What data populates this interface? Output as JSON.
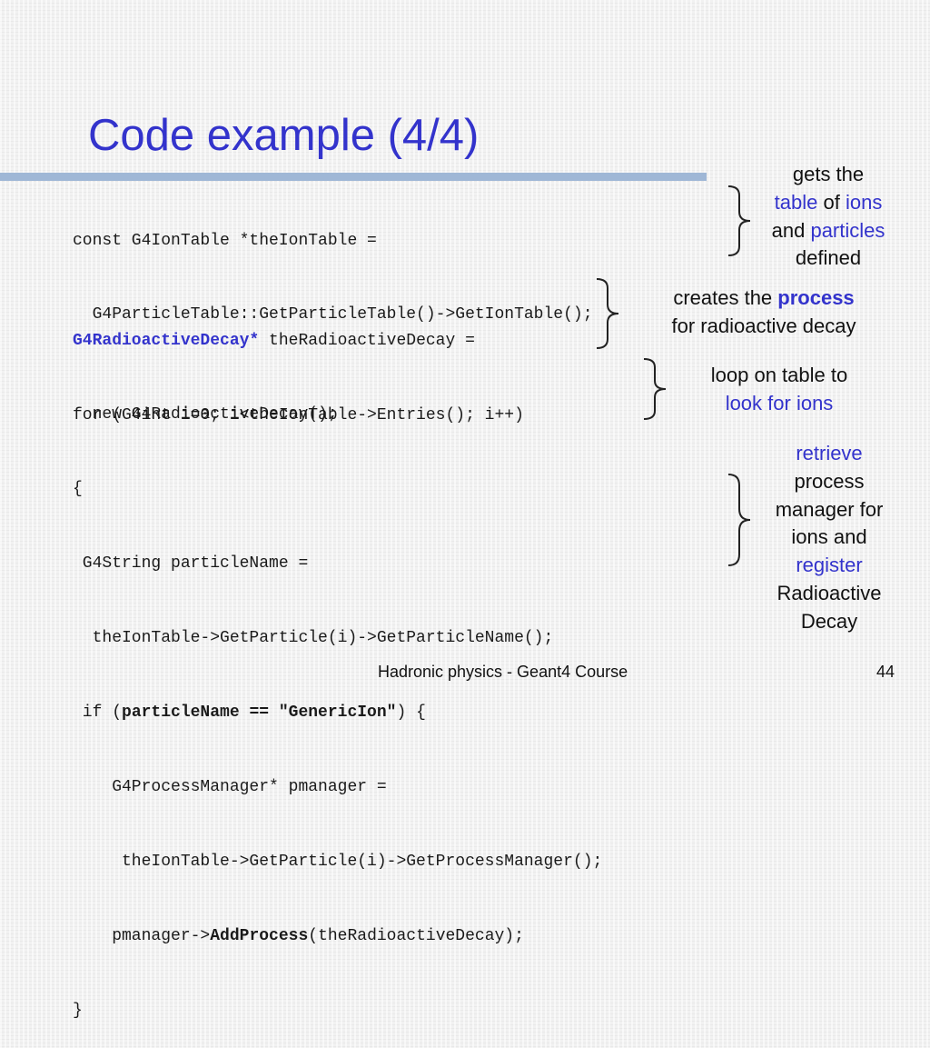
{
  "slide": {
    "title": "Code example (4/4)",
    "footer_text": "Hadronic physics - Geant4 Course",
    "page_number": "44"
  },
  "code": {
    "block1": [
      "const G4IonTable *theIonTable =",
      "  G4ParticleTable::GetParticleTable()->GetIonTable();"
    ],
    "block2": {
      "line1_type": "G4RadioactiveDecay*",
      "line1_rest": " theRadioactiveDecay =",
      "line2": "  new G4RadioactiveDecay();"
    },
    "block3": {
      "line1": "for (G4int i=0; i<theIonTable->Entries(); i++)",
      "line2": "{",
      "line3": " G4String particleName =",
      "line4": "  theIonTable->GetParticle(i)->GetParticleName();",
      "line5_pre": " if (",
      "line5_bold": "particleName == \"GenericIon\"",
      "line5_post": ") {",
      "line6": "    G4ProcessManager* pmanager =",
      "line7": "     theIonTable->GetParticle(i)->GetProcessManager();",
      "line8_pre": "    pmanager->",
      "line8_bold": "AddProcess",
      "line8_post": "(theRadioactiveDecay);",
      "line9": "}"
    }
  },
  "annotations": {
    "note1": {
      "line1": "gets the",
      "table": "table",
      "of": " of ",
      "ions": "ions",
      "and": "and ",
      "particles": "particles",
      "defined": "defined"
    },
    "note2": {
      "creates": "creates the ",
      "process": "process",
      "line2": "for radioactive decay"
    },
    "note3": {
      "line1": "loop on table to",
      "look": "look for ions"
    },
    "note4": {
      "retrieve": "retrieve",
      "process": "process",
      "manager_for": "manager for",
      "ions_and": "ions and",
      "register": "register",
      "radioactive": "Radioactive",
      "decay": "Decay"
    }
  },
  "colors": {
    "accent": "#3333cc",
    "title_rule": "#9fb7d6",
    "background": "#f1f1f1"
  }
}
